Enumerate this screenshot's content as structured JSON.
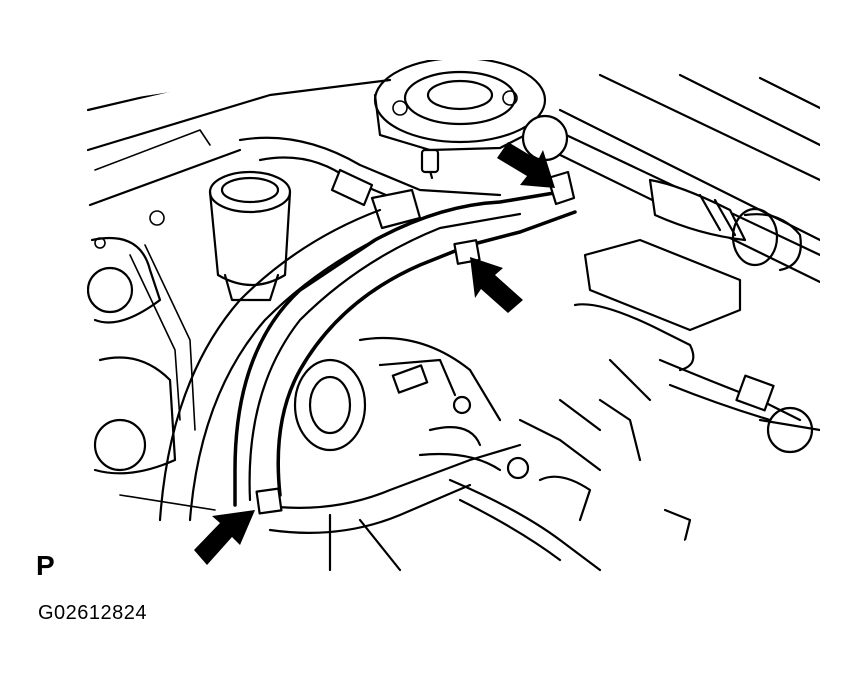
{
  "figure": {
    "view_label": "P",
    "figure_id": "G02612824"
  },
  "colors": {
    "line": "#000000",
    "background": "#ffffff"
  },
  "callouts": [
    {
      "name": "clamp-arrow-upper-right",
      "points_to": "hose-clamp"
    },
    {
      "name": "clamp-arrow-middle",
      "points_to": "hose-clamp"
    },
    {
      "name": "clamp-arrow-lower-left",
      "points_to": "hose-clamp"
    }
  ]
}
